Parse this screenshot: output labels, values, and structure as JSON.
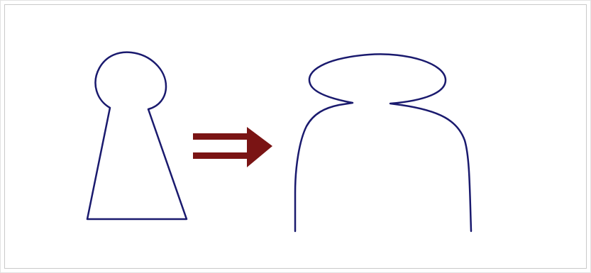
{
  "diagram": {
    "outline_color": "#1a1a6e",
    "arrow_color": "#7a1414",
    "background_color": "#ffffff",
    "border_color": "#c9c9c9",
    "elements": [
      {
        "name": "small-keyhole-shape",
        "kind": "outline"
      },
      {
        "name": "transform-arrow",
        "kind": "double-arrow"
      },
      {
        "name": "large-bulging-shape",
        "kind": "outline"
      }
    ]
  }
}
